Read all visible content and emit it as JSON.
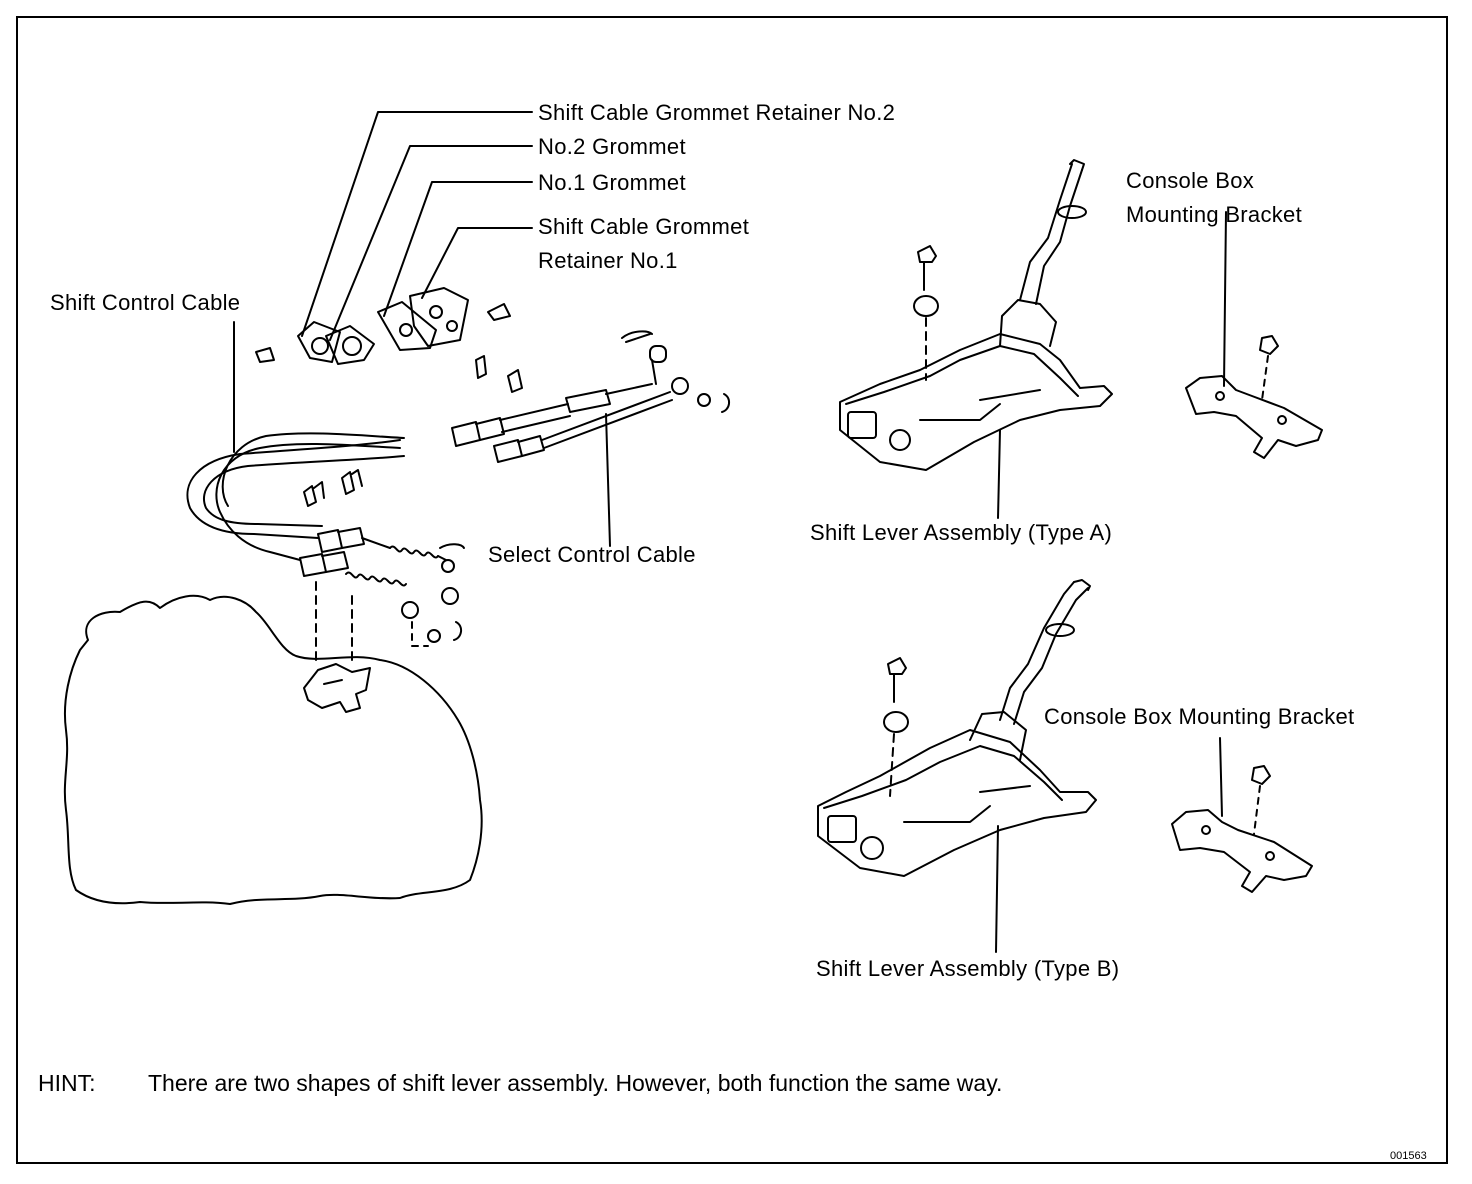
{
  "labels": {
    "retainer2": "Shift Cable Grommet Retainer No.2",
    "grommet2": "No.2 Grommet",
    "grommet1": "No.1 Grommet",
    "retainer1_line1": "Shift Cable Grommet",
    "retainer1_line2": "Retainer No.1",
    "shift_control_cable": "Shift Control Cable",
    "select_control_cable": "Select Control Cable",
    "console_a_line1": "Console Box",
    "console_a_line2": "Mounting Bracket",
    "lever_a": "Shift Lever Assembly (Type A)",
    "console_b": "Console Box Mounting Bracket",
    "lever_b": "Shift Lever Assembly (Type B)"
  },
  "hint": {
    "tag": "HINT:",
    "text": "There are two shapes of shift lever assembly. However, both function the same way."
  },
  "figure_number": "001563"
}
